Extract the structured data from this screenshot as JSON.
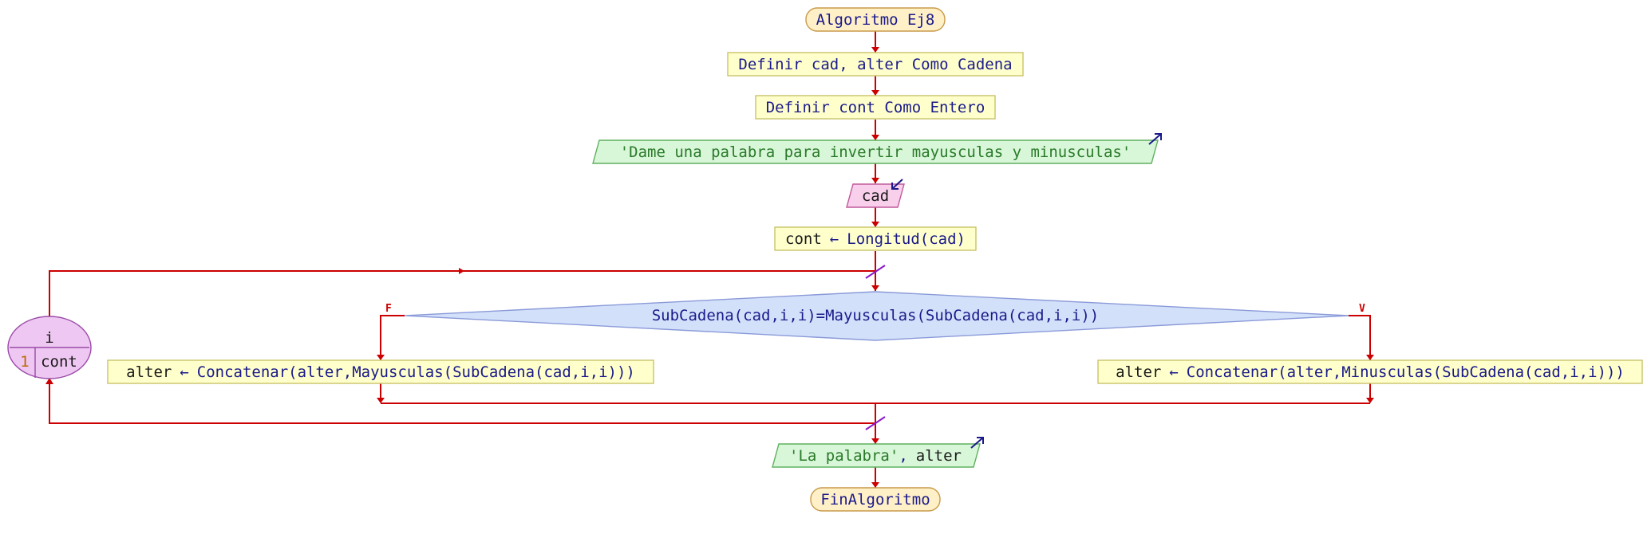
{
  "nodes": {
    "start": "Algoritmo Ej8",
    "define1": "Definir cad, alter Como Cadena",
    "define2": "Definir cont Como Entero",
    "prompt": "'Dame una palabra para invertir mayusculas y minusculas'",
    "read_var": "cad",
    "assign": {
      "var": "cont",
      "arrow": "←",
      "expr": "Longitud(cad)"
    },
    "condition": "SubCadena(cad,i,i)=Mayusculas(SubCadena(cad,i,i))",
    "branch_false": {
      "var": "alter",
      "arrow": "←",
      "expr": "Concatenar(alter,Mayusculas(SubCadena(cad,i,i)))"
    },
    "branch_true": {
      "var": "alter",
      "arrow": "←",
      "expr": "Concatenar(alter,Minusculas(SubCadena(cad,i,i)))"
    },
    "output_str": "'La palabra'",
    "output_sep": ",",
    "output_var": "alter",
    "end": "FinAlgoritmo"
  },
  "loop": {
    "var": "i",
    "start": "1",
    "end": "cont"
  },
  "flags": {
    "false": "F",
    "true": "V"
  },
  "colors": {
    "flow": "#cc0000",
    "process": "#ffffcc",
    "terminal": "#fff0c8",
    "output": "#d8f6d8",
    "input": "#f9d0ec",
    "decision": "#d3e0fa",
    "loop": "#eec8f2"
  }
}
